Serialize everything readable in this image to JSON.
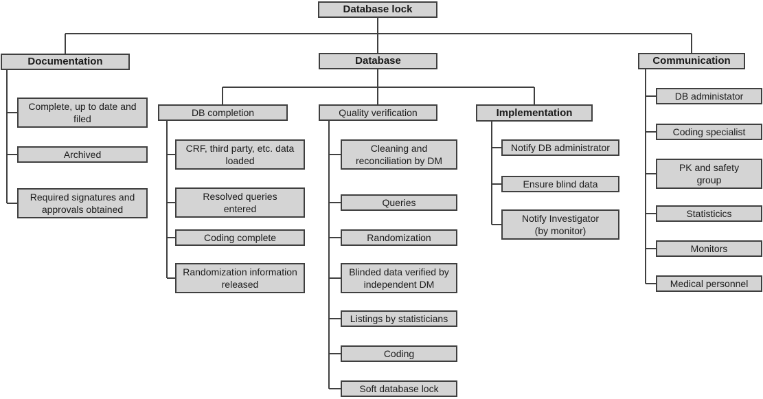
{
  "diagram": {
    "colors": {
      "box_fill": "#d4d4d4",
      "box_border": "#3f3f3f",
      "line": "#3f3f3f",
      "text": "#1a1a1a",
      "background": "#ffffff"
    },
    "root": {
      "label": "Database lock"
    },
    "branches": [
      {
        "label": "Documentation",
        "children": [
          "Complete, up to date and\nfiled",
          "Archived",
          "Required signatures and\napprovals obtained"
        ]
      },
      {
        "label": "Database",
        "groups": [
          {
            "label": "DB completion",
            "children": [
              "CRF, third party, etc. data\nloaded",
              "Resolved queries\nentered",
              "Coding complete",
              "Randomization information\nreleased"
            ]
          },
          {
            "label": "Quality verification",
            "children": [
              "Cleaning and\nreconciliation by DM",
              "Queries",
              "Randomization",
              "Blinded data verified by\nindependent DM",
              "Listings by statisticians",
              "Coding",
              "Soft database lock"
            ]
          },
          {
            "label": "Implementation",
            "children": [
              "Notify DB administrator",
              "Ensure blind data",
              "Notify Investigator\n(by monitor)"
            ]
          }
        ]
      },
      {
        "label": "Communication",
        "children": [
          "DB administator",
          "Coding specialist",
          "PK and safety\ngroup",
          "Statisticics",
          "Monitors",
          "Medical personnel"
        ]
      }
    ]
  }
}
